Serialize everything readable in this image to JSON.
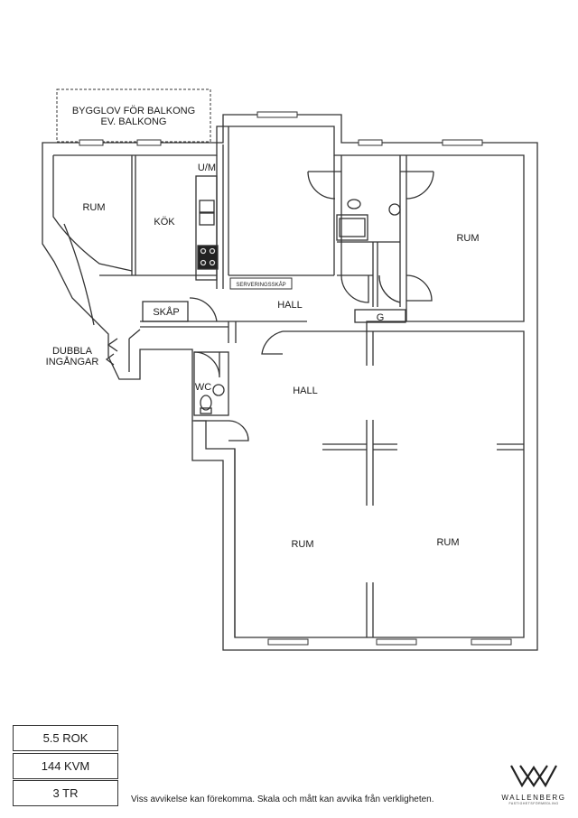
{
  "plan": {
    "balcony_permit": "BYGGLOV FÖR BALKONG",
    "balcony_option": "EV. BALKONG",
    "rooms": {
      "rum_northwest": "RUM",
      "kitchen": "KÖK",
      "kitchen_um": "U/M",
      "rum_northeast": "RUM",
      "hall_upper": "HALL",
      "hall_lower": "HALL",
      "closet": "SKÅP",
      "serving_closet": "SERVERINGSSKÅP",
      "g_closet": "G",
      "wc": "WC",
      "rum_southwest": "RUM",
      "rum_southeast": "RUM"
    },
    "entrance": {
      "line1": "DUBBLA",
      "line2": "INGÅNGAR"
    }
  },
  "info": {
    "rooms": "5.5 ROK",
    "area": "144 KVM",
    "floor": "3 TR"
  },
  "disclaimer": "Viss avvikelse kan förekomma. Skala och mått kan avvika från verkligheten.",
  "brand": {
    "name": "WALLENBERG",
    "subtitle": "FASTIGHETSFÖRMEDLING"
  }
}
